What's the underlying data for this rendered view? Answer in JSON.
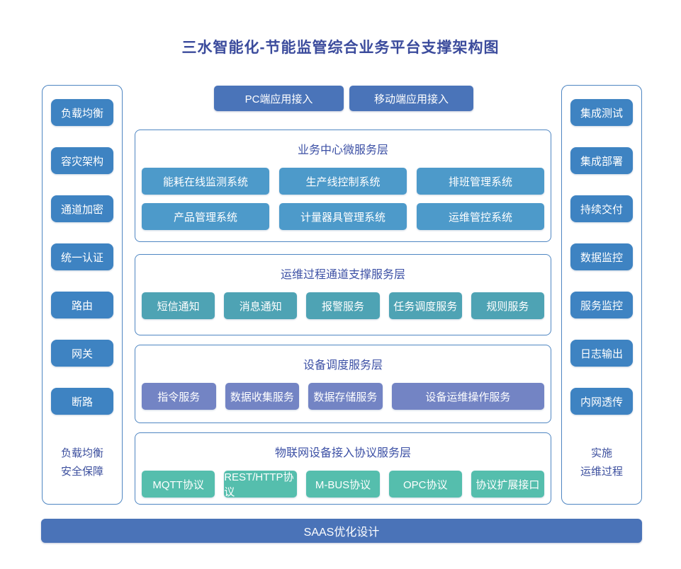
{
  "title": "三水智能化-节能监管综合业务平台支撑架构图",
  "top_buttons": [
    "PC端应用接入",
    "移动端应用接入"
  ],
  "left_panel": {
    "items": [
      "负载均衡",
      "容灾架构",
      "通道加密",
      "统一认证",
      "路由",
      "网关",
      "断路"
    ],
    "caption_lines": [
      "负载均衡",
      "安全保障"
    ]
  },
  "right_panel": {
    "items": [
      "集成测试",
      "集成部署",
      "持续交付",
      "数据监控",
      "服务监控",
      "日志输出",
      "内网透传"
    ],
    "caption_lines": [
      "实施",
      "运维过程"
    ]
  },
  "sections": [
    {
      "header": "业务中心微服务层",
      "items": [
        "能耗在线监测系统",
        "生产线控制系统",
        "排班管理系统",
        "产品管理系统",
        "计量器具管理系统",
        "运维管控系统"
      ],
      "box_color": "#4d9aca"
    },
    {
      "header": "运维过程通道支撑服务层",
      "items": [
        "短信通知",
        "消息通知",
        "报警服务",
        "任务调度服务",
        "规则服务"
      ],
      "box_color": "#4ea3b4"
    },
    {
      "header": "设备调度服务层",
      "items": [
        "指令服务",
        "数据收集服务",
        "数据存储服务",
        "设备运维操作服务"
      ],
      "box_color": "#7384c4"
    },
    {
      "header": "物联网设备接入协议服务层",
      "items": [
        "MQTT协议",
        "REST/HTTP协议",
        "M-BUS协议",
        "OPC协议",
        "协议扩展接口"
      ],
      "box_color": "#55bead"
    }
  ],
  "bottom_bar": "SAAS优化设计",
  "colors": {
    "title_text": "#3b4b9c",
    "header_text": "#3c50a5",
    "caption_text": "#3c4f9e",
    "side_box": "#3e83c2",
    "access_box": "#4a74b9",
    "bottom_bar": "#4a73b8",
    "panel_border": "#4f86c2"
  }
}
